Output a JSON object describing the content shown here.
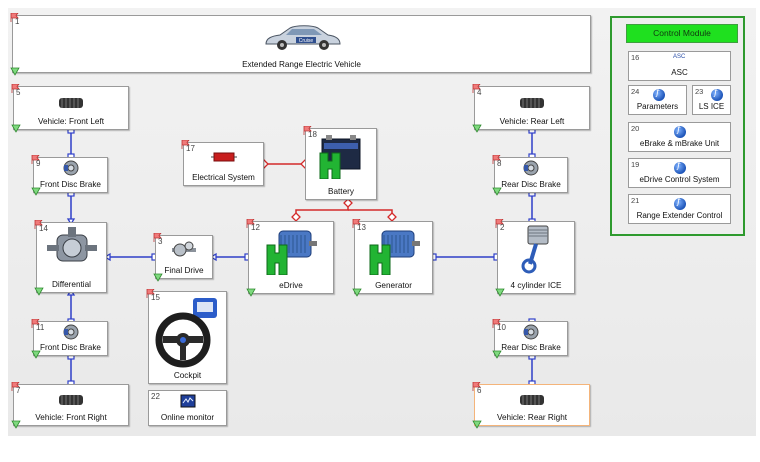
{
  "colors": {
    "wire_blue": "#2f3fc8",
    "wire_red": "#d42a2a",
    "panel_green": "#2e9a2e",
    "title_green": "#1fe01f"
  },
  "vehicle": {
    "num": "1",
    "label": "Extended Range Electric Vehicle",
    "car_badge": "Cruise"
  },
  "blocks": {
    "front_left": {
      "num": "5",
      "label": "Vehicle: Front Left"
    },
    "front_disc_top": {
      "num": "9",
      "label": "Front Disc Brake"
    },
    "differential": {
      "num": "14",
      "label": "Differential"
    },
    "front_disc_bottom": {
      "num": "11",
      "label": "Front Disc Brake"
    },
    "front_right": {
      "num": "7",
      "label": "Vehicle: Front Right"
    },
    "final_drive": {
      "num": "3",
      "label": "Final Drive"
    },
    "cockpit": {
      "num": "15",
      "label": "Cockpit"
    },
    "online_monitor": {
      "num": "22",
      "label": "Online monitor"
    },
    "electrical_system": {
      "num": "17",
      "label": "Electrical System"
    },
    "battery": {
      "num": "18",
      "label": "Battery"
    },
    "edrive": {
      "num": "12",
      "label": "eDrive"
    },
    "generator": {
      "num": "13",
      "label": "Generator"
    },
    "rear_left": {
      "num": "4",
      "label": "Vehicle: Rear Left"
    },
    "rear_disc_top": {
      "num": "8",
      "label": "Rear Disc Brake"
    },
    "ice": {
      "num": "2",
      "label": "4 cylinder ICE"
    },
    "rear_disc_bottom": {
      "num": "10",
      "label": "Rear Disc Brake"
    },
    "rear_right": {
      "num": "6",
      "label": "Vehicle: Rear Right"
    }
  },
  "control_module": {
    "title": "Control Module",
    "asc": {
      "num": "16",
      "label": "ASC",
      "icon_text": "ASC"
    },
    "parameters": {
      "num": "24",
      "label": "Parameters"
    },
    "ls_ice": {
      "num": "23",
      "label": "LS ICE"
    },
    "ebrake": {
      "num": "20",
      "label": "eBrake & mBrake Unit"
    },
    "edrive_ctrl": {
      "num": "19",
      "label": "eDrive Control System"
    },
    "range_ext": {
      "num": "21",
      "label": "Range Extender Control"
    }
  }
}
